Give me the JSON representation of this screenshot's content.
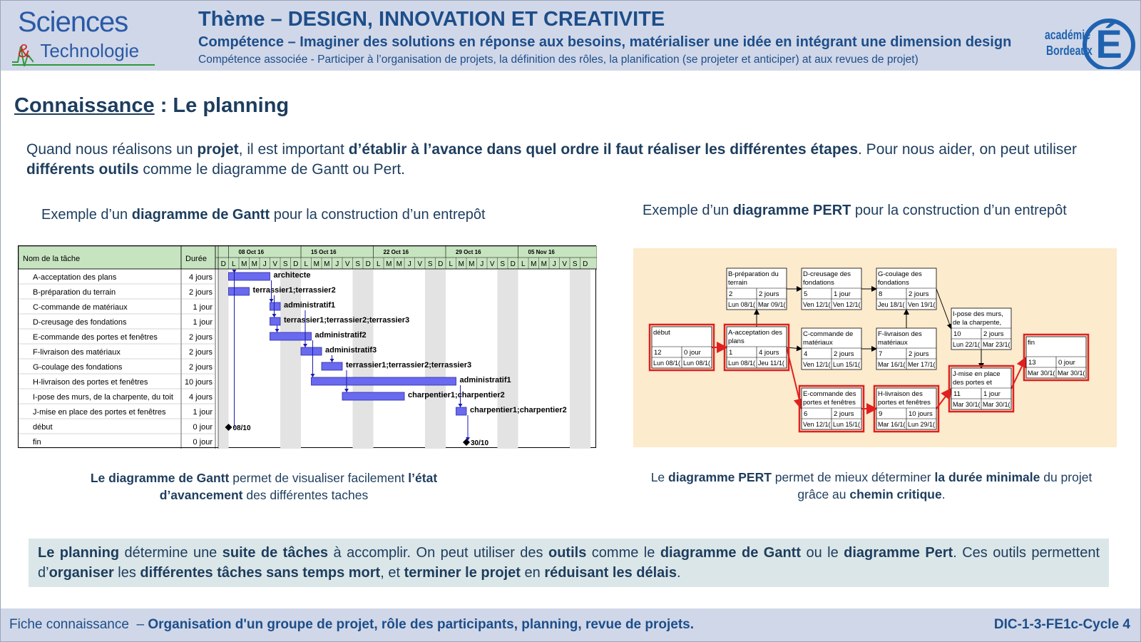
{
  "header": {
    "logo_left": {
      "line1": "Sciences",
      "line2_prefix": "&",
      "line2": "Technologie"
    },
    "theme": "Thème – DESIGN, INNOVATION ET CREATIVITE",
    "competence": "Compétence – Imaginer des solutions en réponse aux besoins, matérialiser une idée en intégrant une dimension design",
    "competence_associee": "Compétence associée - Participer à l’organisation de projets, la définition des rôles, la planification (se projeter et anticiper) at aux revues de projet)",
    "logo_right": {
      "line1": "académie",
      "line2": "Bordeaux",
      "glyph": "É"
    }
  },
  "title": {
    "prefix": "Connaissance",
    "sep": " : ",
    "main": "Le planning"
  },
  "intro": {
    "t1": "Quand nous réalisons un ",
    "b1": "projet",
    "t2": ", il est important ",
    "b2": "d’établir à l’avance dans quel ordre il faut réaliser les différentes étapes",
    "t3": ". Pour nous aider, on peut utiliser ",
    "b3": "différents outils",
    "t4": " comme le diagramme de Gantt ou Pert."
  },
  "caption_gantt": {
    "t1": "Exemple d’un ",
    "b1": "diagramme de Gantt",
    "t2": " pour la construction d’un entrepôt"
  },
  "caption_pert": {
    "t1": "Exemple d’un ",
    "b1": "diagramme PERT",
    "t2": " pour la construction d’un entrepôt"
  },
  "gantt": {
    "col_task": "Nom de la tâche",
    "col_duration": "Durée",
    "weeks": [
      "08 Oct 16",
      "15 Oct 16",
      "22 Oct 16",
      "29 Oct 16",
      "05 Nov 16"
    ],
    "day_letters": [
      "D",
      "L",
      "M",
      "M",
      "J",
      "V",
      "S",
      "D",
      "L",
      "M",
      "M",
      "J",
      "V",
      "S",
      "D",
      "L",
      "M",
      "M",
      "J",
      "V",
      "S",
      "D",
      "L",
      "M",
      "M",
      "J",
      "V",
      "S",
      "D",
      "L",
      "M",
      "M",
      "J",
      "V",
      "S",
      "D"
    ],
    "tasks": [
      {
        "name": "A-acceptation des plans",
        "duration": "4 jours",
        "start": 1,
        "days": 4,
        "resource": "architecte"
      },
      {
        "name": "B-préparation du terrain",
        "duration": "2 jours",
        "start": 1,
        "days": 2,
        "resource": "terrassier1;terrassier2"
      },
      {
        "name": "C-commande de matériaux",
        "duration": "1 jour",
        "start": 5,
        "days": 1,
        "resource": "administratif1"
      },
      {
        "name": "D-creusage des fondations",
        "duration": "1 jour",
        "start": 5,
        "days": 1,
        "resource": "terrassier1;terrassier2;terrassier3"
      },
      {
        "name": "E-commande des portes et fenêtres",
        "duration": "2 jours",
        "start": 5,
        "days": 4,
        "resource": "administratif2"
      },
      {
        "name": "F-livraison des matériaux",
        "duration": "2 jours",
        "start": 8,
        "days": 2,
        "resource": "administratif3"
      },
      {
        "name": "G-coulage des fondations",
        "duration": "2 jours",
        "start": 10,
        "days": 2,
        "resource": "terrassier1;terrassier2;terrassier3"
      },
      {
        "name": "H-livraison des portes et fenêtres",
        "duration": "10 jours",
        "start": 9,
        "days": 14,
        "resource": "administratif1"
      },
      {
        "name": "I-pose des murs, de la charpente, du toit",
        "duration": "4 jours",
        "start": 12,
        "days": 6,
        "resource": "charpentier1;charpentier2"
      },
      {
        "name": "J-mise en place des portes et fenêtres",
        "duration": "1 jour",
        "start": 23,
        "days": 1,
        "resource": "charpentier1;charpentier2"
      },
      {
        "name": "début",
        "duration": "0 jour",
        "milestone": 1,
        "resource": "08/10"
      },
      {
        "name": "fin",
        "duration": "0 jour",
        "milestone": 24,
        "resource": "30/10"
      }
    ]
  },
  "pert": {
    "nodes": [
      {
        "id": "debut",
        "title": "début",
        "num": "12",
        "dur": "0 jour",
        "start": "Lun 08/1(",
        "end": "Lun 08/1(",
        "critical": true
      },
      {
        "id": "A",
        "title": "A-acceptation des plans",
        "num": "1",
        "dur": "4 jours",
        "start": "Lun 08/1(",
        "end": "Jeu 11/1(",
        "critical": true
      },
      {
        "id": "B",
        "title": "B-préparation du terrain",
        "num": "2",
        "dur": "2 jours",
        "start": "Lun 08/1(",
        "end": "Mar 09/1(",
        "critical": false
      },
      {
        "id": "C",
        "title": "C-commande de matériaux",
        "num": "4",
        "dur": "2 jours",
        "start": "Ven 12/1(",
        "end": "Lun 15/1(",
        "critical": false
      },
      {
        "id": "D",
        "title": "D-creusage des fondations",
        "num": "5",
        "dur": "1 jour",
        "start": "Ven 12/1(",
        "end": "Ven 12/1(",
        "critical": false
      },
      {
        "id": "E",
        "title": "E-commande des portes et fenêtres",
        "num": "6",
        "dur": "2 jours",
        "start": "Ven 12/1(",
        "end": "Lun 15/1(",
        "critical": true
      },
      {
        "id": "F",
        "title": "F-livraison des matériaux",
        "num": "7",
        "dur": "2 jours",
        "start": "Mar 16/1(",
        "end": "Mer 17/1(",
        "critical": false
      },
      {
        "id": "G",
        "title": "G-coulage des fondations",
        "num": "8",
        "dur": "2 jours",
        "start": "Jeu 18/1(",
        "end": "Ven 19/1(",
        "critical": false
      },
      {
        "id": "H",
        "title": "H-livraison des portes et fenêtres",
        "num": "9",
        "dur": "10 jours",
        "start": "Mar 16/1(",
        "end": "Lun 29/1(",
        "critical": true
      },
      {
        "id": "I",
        "title": "I-pose des murs, de la charpente,",
        "num": "10",
        "dur": "2 jours",
        "start": "Lun 22/1(",
        "end": "Mar 23/1(",
        "critical": false
      },
      {
        "id": "J",
        "title": "J-mise en place des portes et",
        "num": "11",
        "dur": "1 jour",
        "start": "Mar 30/1(",
        "end": "Mar 30/1(",
        "critical": true
      },
      {
        "id": "fin",
        "title": "fin",
        "num": "13",
        "dur": "0 jour",
        "start": "Mar 30/1(",
        "end": "Mar 30/1(",
        "critical": true
      }
    ]
  },
  "note_gantt": {
    "b1": "Le diagramme de Gantt",
    "t1": " permet de visualiser facilement ",
    "b2": "l’état d’avancement",
    "t2": " des différentes taches"
  },
  "note_pert": {
    "t0": "Le ",
    "b1": "diagramme PERT",
    "t1": " permet de mieux déterminer ",
    "b2": "la durée minimale",
    "t2": " du projet grâce au ",
    "b3": "chemin critique",
    "t3": "."
  },
  "summary": {
    "b1": "Le planning",
    "t1": " détermine une ",
    "b2": "suite de tâches",
    "t2": " à accomplir. On peut utiliser des ",
    "b3": "outils",
    "t3": " comme le ",
    "b4": "diagramme de Gantt",
    "t4": " ou le ",
    "b5": "diagramme Pert",
    "t5": ". Ces outils permettent d’",
    "b6": "organiser",
    "t6": " les ",
    "b7": "différentes tâches sans temps mort",
    "t7": ", et ",
    "b8": "terminer le projet",
    "t8": " en ",
    "b9": "réduisant les délais",
    "t9": "."
  },
  "footer": {
    "left_plain": "Fiche connaissance  – ",
    "left_bold": "Organisation d'un groupe de projet, rôle des participants, planning, revue de projets.",
    "right": "DIC-1-3-FE1c-Cycle 4"
  },
  "colors": {
    "header_bg": "#d0d7e8",
    "title_blue": "#1d4e8a",
    "gantt_bar": "#5b5bea",
    "pert_bg": "#fcebcd",
    "critical": "#e02020"
  }
}
